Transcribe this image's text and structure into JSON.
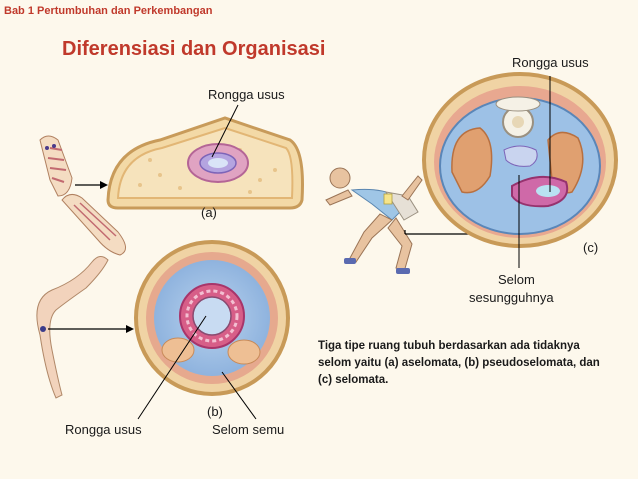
{
  "slide": {
    "header": "Bab 1 Pertumbuhan dan Perkembangan",
    "title": "Diferensiasi dan Organisasi",
    "caption": "Tiga tipe ruang tubuh berdasarkan ada tidaknya selom yaitu (a) aselomata, (b) pseudoselomata, dan (c) selomata."
  },
  "labels": {
    "a_rongga_usus": "Rongga usus",
    "a_tag": "(a)",
    "b_tag": "(b)",
    "b_rongga_usus": "Rongga usus",
    "b_selom_semu": "Selom semu",
    "c_rongga_usus": "Rongga usus",
    "c_tag": "(c)",
    "c_selom_line1": "Selom",
    "c_selom_line2": "sesungguhnya"
  },
  "colors": {
    "accent": "#c0392b",
    "background": "#fdf8ec",
    "tissue": "#f3d9a6",
    "muscle": "#e8a890",
    "coelom": "#a9c9e8",
    "gut": "#c76aa5"
  }
}
